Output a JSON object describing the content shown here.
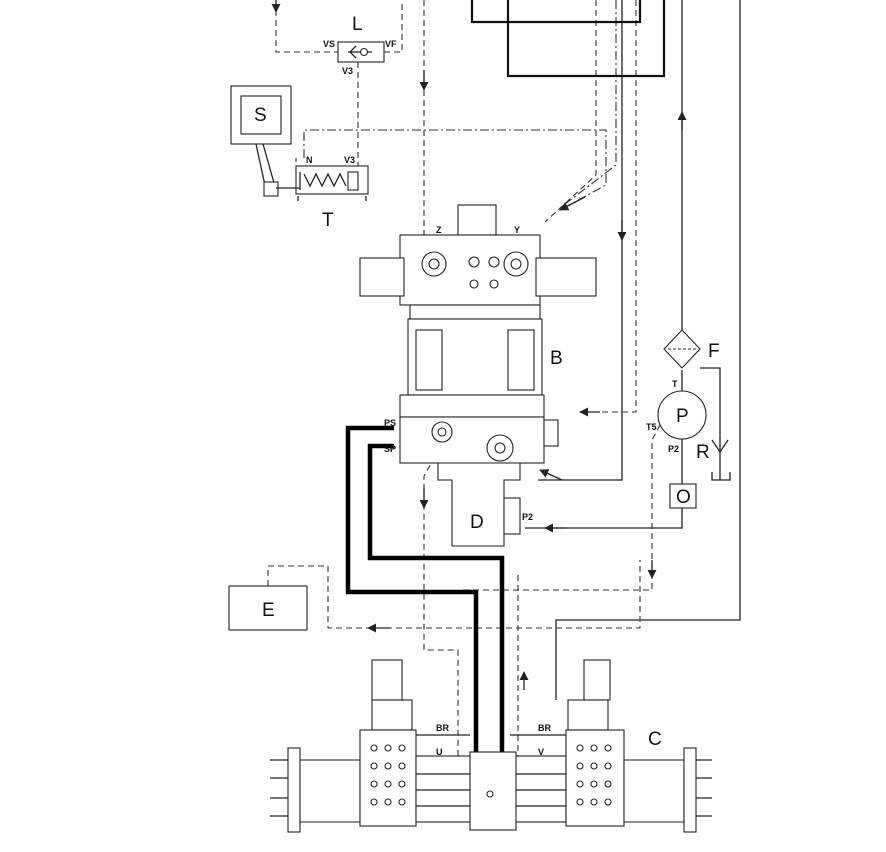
{
  "labels": {
    "L": "L",
    "S": "S",
    "T": "T",
    "B": "B",
    "F": "F",
    "P": "P",
    "R": "R",
    "O": "O",
    "D": "D",
    "E": "E",
    "C": "C"
  },
  "ports": {
    "VS": "VS",
    "VF": "VF",
    "V3_top": "V3",
    "N": "N",
    "V3_tank": "V3",
    "Z": "Z",
    "Y": "Y",
    "PS": "PS",
    "SP": "SP",
    "T": "T",
    "T5": "T5",
    "P2_pump": "P2",
    "P2_d": "P2",
    "BR_left": "BR",
    "BR_right": "BR",
    "U": "U",
    "V": "V"
  }
}
